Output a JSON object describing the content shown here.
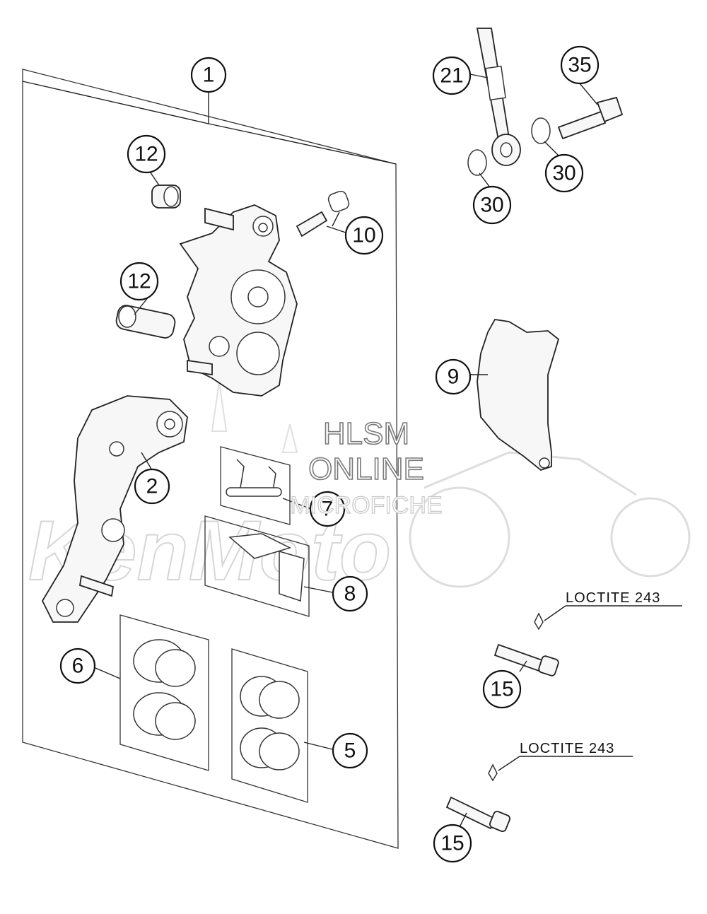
{
  "callouts": [
    "1",
    "2",
    "5",
    "6",
    "7",
    "8",
    "9",
    "10",
    "12",
    "12",
    "15",
    "15",
    "21",
    "30",
    "30",
    "35"
  ],
  "notes": [
    "LOCTITE 243",
    "LOCTITE 243"
  ],
  "watermark": {
    "line1": "HLSM",
    "line2": "ONLINE",
    "line3": "MICROFICHE",
    "background_logo": "KenMoto"
  }
}
